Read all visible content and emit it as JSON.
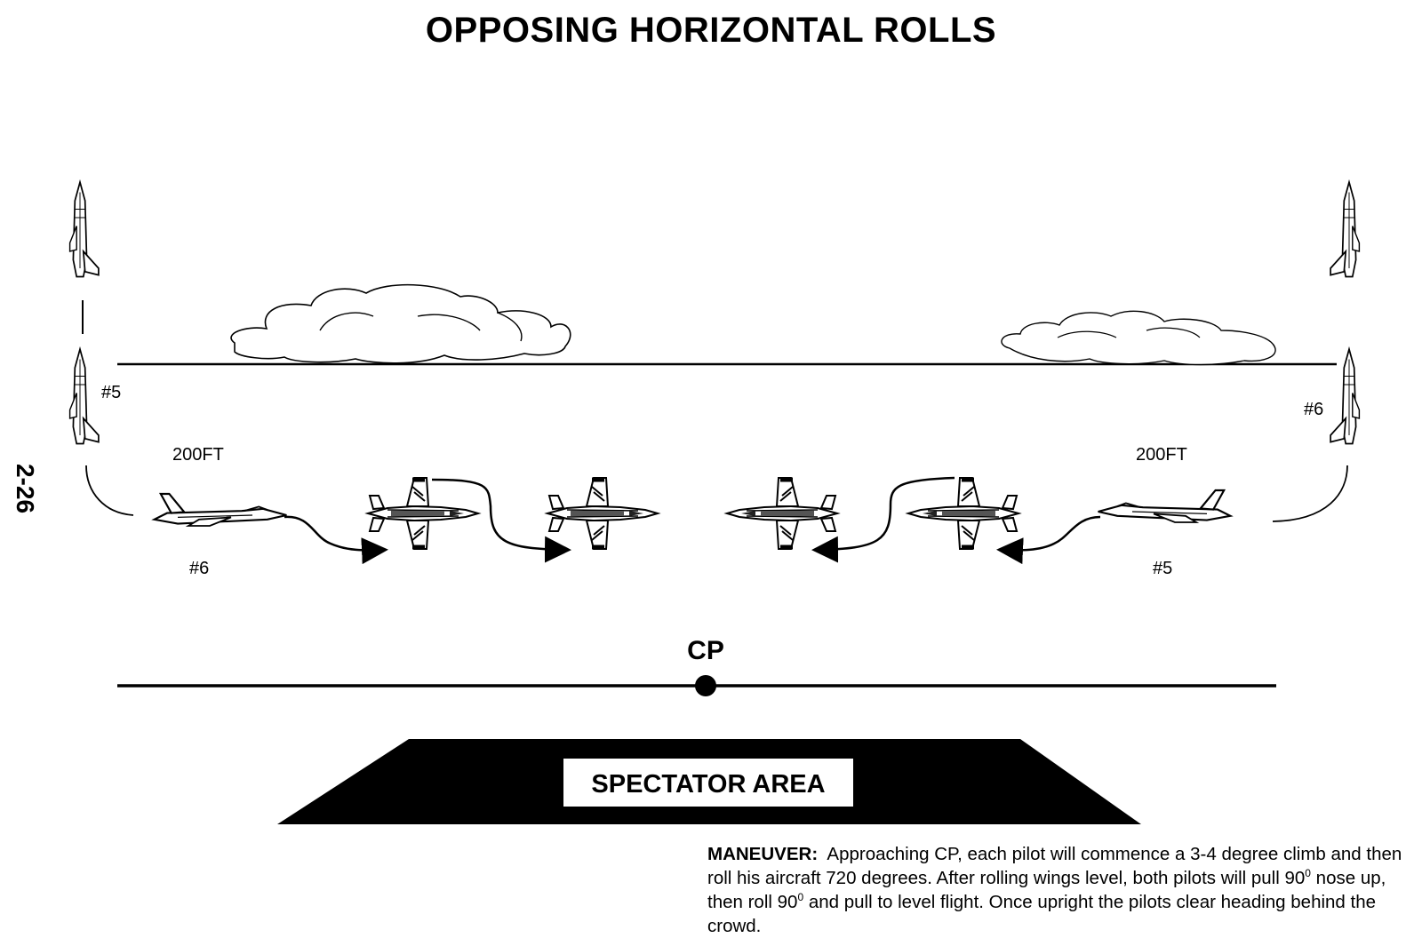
{
  "title": "OPPOSING HORIZONTAL ROLLS",
  "page_number": "2-26",
  "labels": {
    "left_top_number": "#5",
    "right_top_number": "#6",
    "left_altitude": "200FT",
    "right_altitude": "200FT",
    "left_bottom_number": "#6",
    "right_bottom_number": "#5",
    "center_point": "CP",
    "spectator_area": "SPECTATOR AREA"
  },
  "maneuver": {
    "heading": "MANEUVER:",
    "line1": "Approaching CP, each pilot will commence a 3-4 degree climb and then roll his aircraft 720 degrees.  After rolling wings level, both pilots will pull 90",
    "sup1": "0",
    "mid1": " nose up, then roll 90",
    "sup2": "0",
    "tail": " and pull to level flight.  Once upright the pilots clear heading behind the crowd."
  },
  "colors": {
    "ink": "#000000",
    "paper": "#ffffff"
  }
}
